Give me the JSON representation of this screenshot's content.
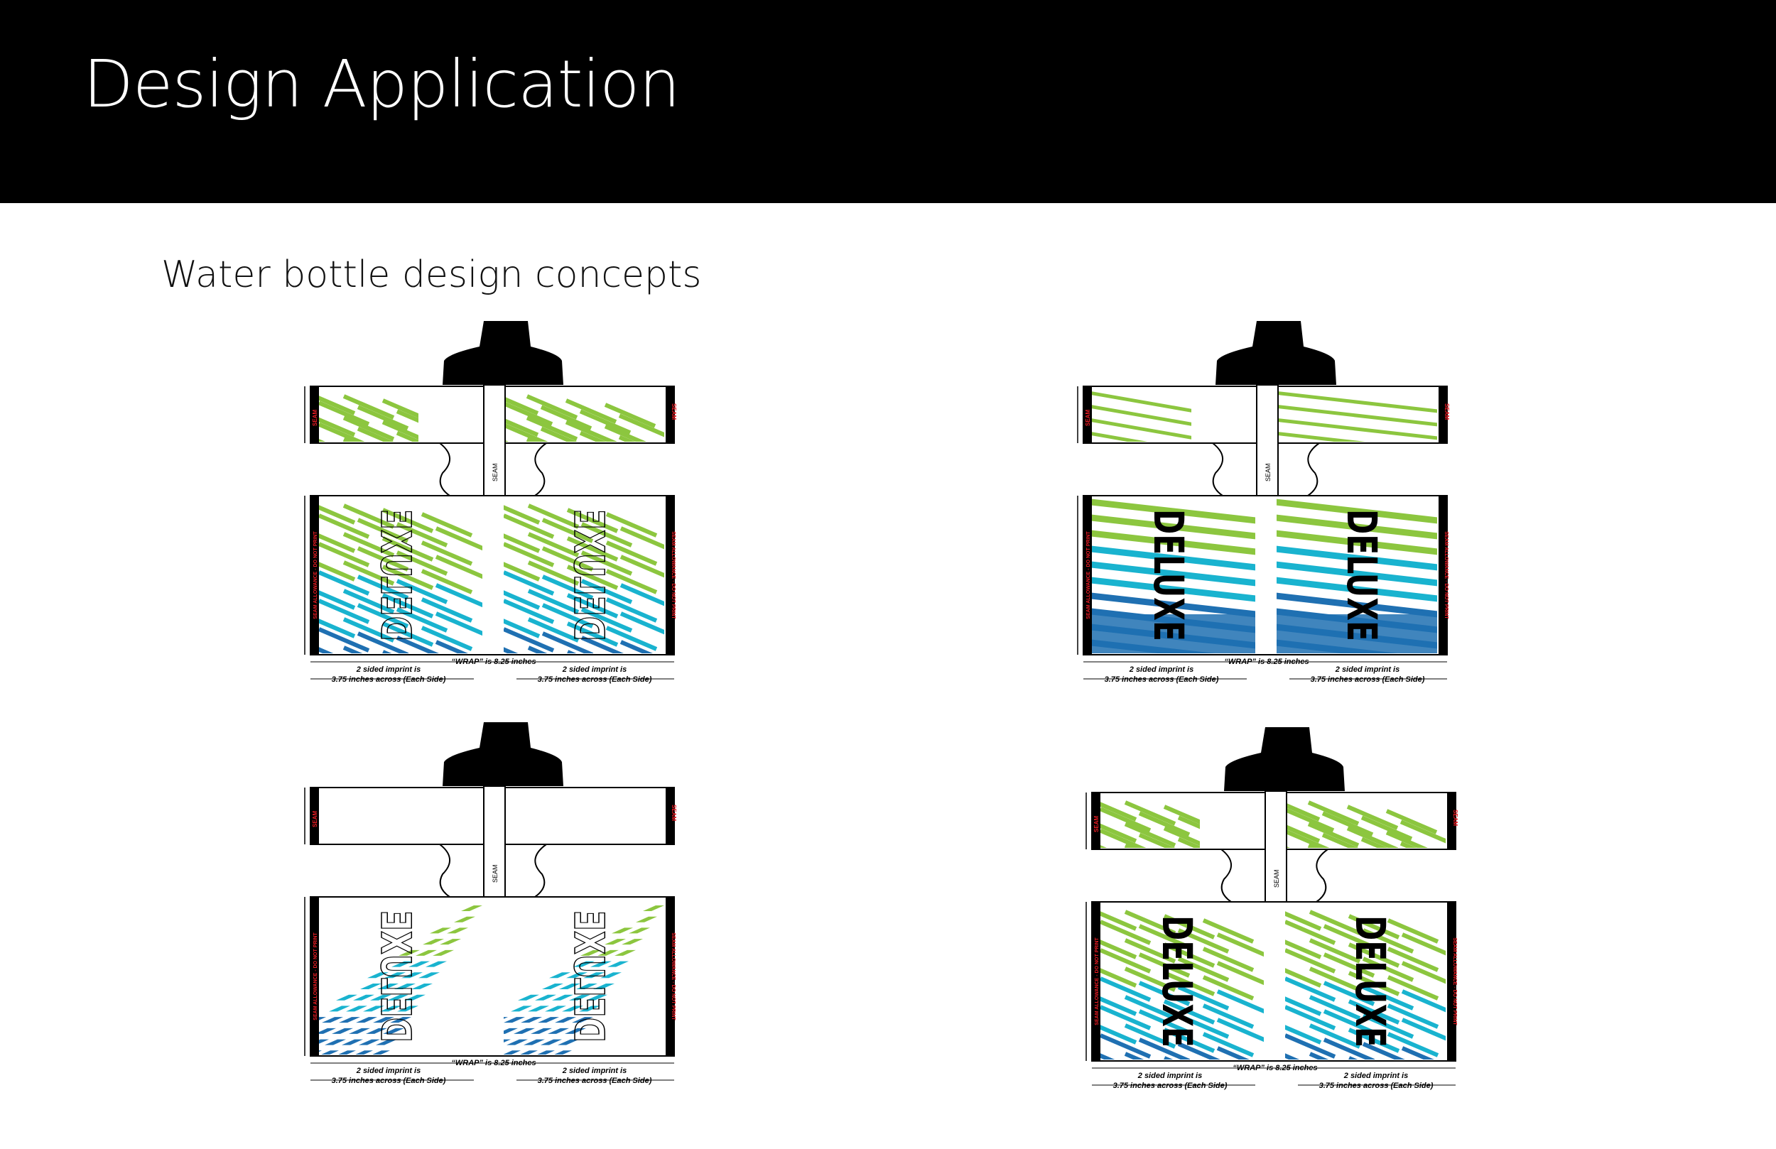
{
  "header": {
    "title": "Design Application"
  },
  "section": {
    "subtitle": "Water bottle design concepts"
  },
  "colors": {
    "header_bg": "#000000",
    "green": "#8cc63f",
    "teal": "#19b3cf",
    "blue": "#1f70b2",
    "seam_red": "#ed1c24",
    "cap": "#000000"
  },
  "labels": {
    "seam": "SEAM",
    "seam_allowance": "SEAM ALLOWANCE - DO NOT PRINT",
    "brand": "DELUXE",
    "wrap": "“WRAP” is 8.25 inches",
    "imprint_line1": "2 sided imprint is",
    "imprint_line2": "3.75 inches across (Each Side)"
  },
  "concepts": [
    {
      "id": "concept-1",
      "pattern": "green-stripes-diagonal",
      "logo": "outline-reversed"
    },
    {
      "id": "concept-2",
      "pattern": "long-stripes",
      "logo": "solid"
    },
    {
      "id": "concept-3",
      "pattern": "pixel-dashes-bottom-left",
      "logo": "outline-reversed"
    },
    {
      "id": "concept-4",
      "pattern": "green-stripes-diagonal",
      "logo": "solid"
    }
  ]
}
